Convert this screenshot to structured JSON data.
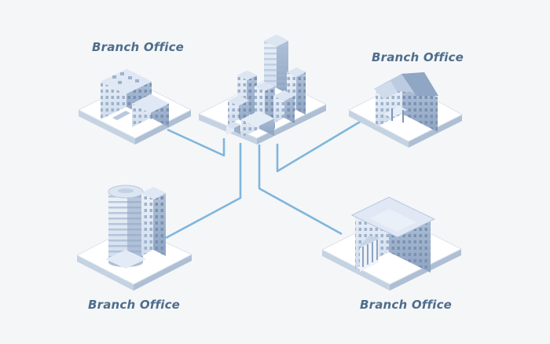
{
  "branches": [
    {
      "label": "Branch Office"
    },
    {
      "label": "Branch Office"
    },
    {
      "label": "Branch Office"
    },
    {
      "label": "Branch Office"
    }
  ],
  "colors": {
    "background": "#f5f6f8",
    "connector": "#7fb6dc",
    "label": "#4e6d8c",
    "platform_top": "#ffffff",
    "platform_side": "#c5d2e1",
    "building_face_light": "#e7eef8",
    "building_face_dark": "#9eb2cd",
    "building_roof": "#cfdbec"
  }
}
